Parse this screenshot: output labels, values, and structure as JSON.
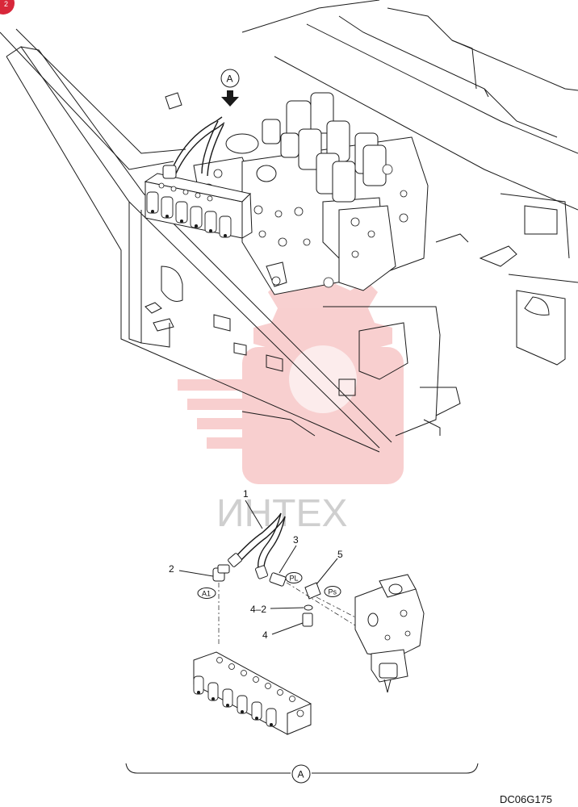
{
  "diagram": {
    "top_view_callout": "A",
    "detail_view_label": "A",
    "drawing_code": "DC06G175",
    "page_badge": "2",
    "watermark_text": "ИНТЕХ",
    "watermark_color": "#e02b2b",
    "part_labels": {
      "p1": "1",
      "p2": "2",
      "p3": "3",
      "p4": "4",
      "p4_2": "4–2",
      "p5": "5"
    },
    "port_labels": {
      "a1": "A1",
      "pl": "PL",
      "ps": "Ps"
    }
  }
}
